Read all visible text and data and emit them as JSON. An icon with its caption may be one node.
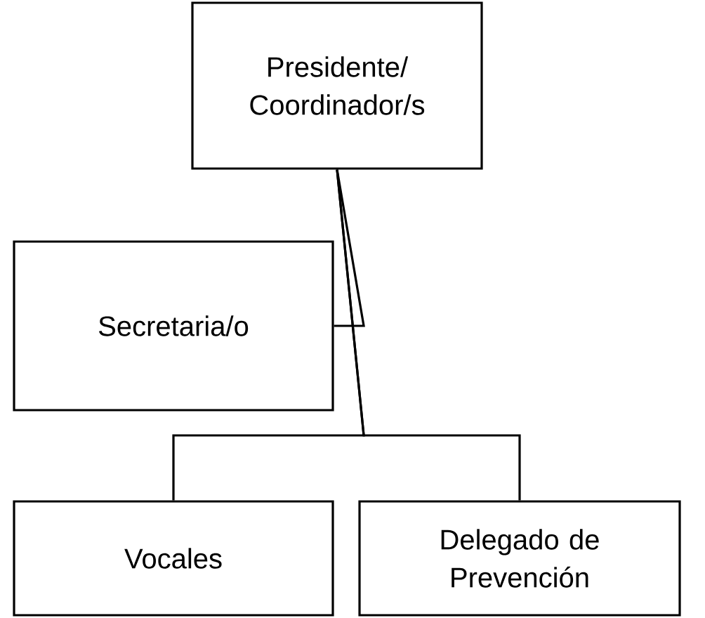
{
  "diagram": {
    "nodes": [
      {
        "text": [
          "Presidente/ Coordinador/s"
        ]
      },
      {
        "text": [
          "Secretaria/o"
        ]
      },
      {
        "text": [
          "Vocales"
        ]
      },
      {
        "text": [
          "Delegado de Prevención"
        ]
      }
    ],
    "edges": [
      {
        "from": 0,
        "to": 1,
        "arrow": "none"
      },
      {
        "from": 0,
        "to": 2,
        "arrow": "none"
      },
      {
        "from": 0,
        "to": 3,
        "arrow": "none"
      }
    ]
  }
}
